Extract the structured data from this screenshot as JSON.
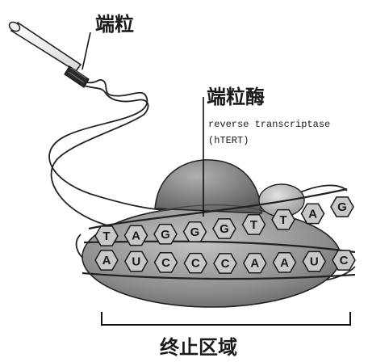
{
  "labels": {
    "telomere": "端粒",
    "telomerase": "端粒酶",
    "enzyme_line1": "reverse transcriptase",
    "enzyme_line2": "(hTERT)",
    "termination_region": "终止区域"
  },
  "sequences": {
    "dna_top": [
      "T",
      "A",
      "G",
      "G",
      "G",
      "T",
      "T",
      "A",
      "G"
    ],
    "rna_bottom": [
      "A",
      "U",
      "C",
      "C",
      "C",
      "A",
      "A",
      "U",
      "C"
    ]
  },
  "colors": {
    "ink": "#1a1a1a",
    "hex_fill": "#c8c8c8",
    "body_fill": "#9a9a9a",
    "dome_fill": "#7e7e7e",
    "small_dome_fill": "#b4b4b4",
    "cap_fill": "#2a2a2a"
  }
}
